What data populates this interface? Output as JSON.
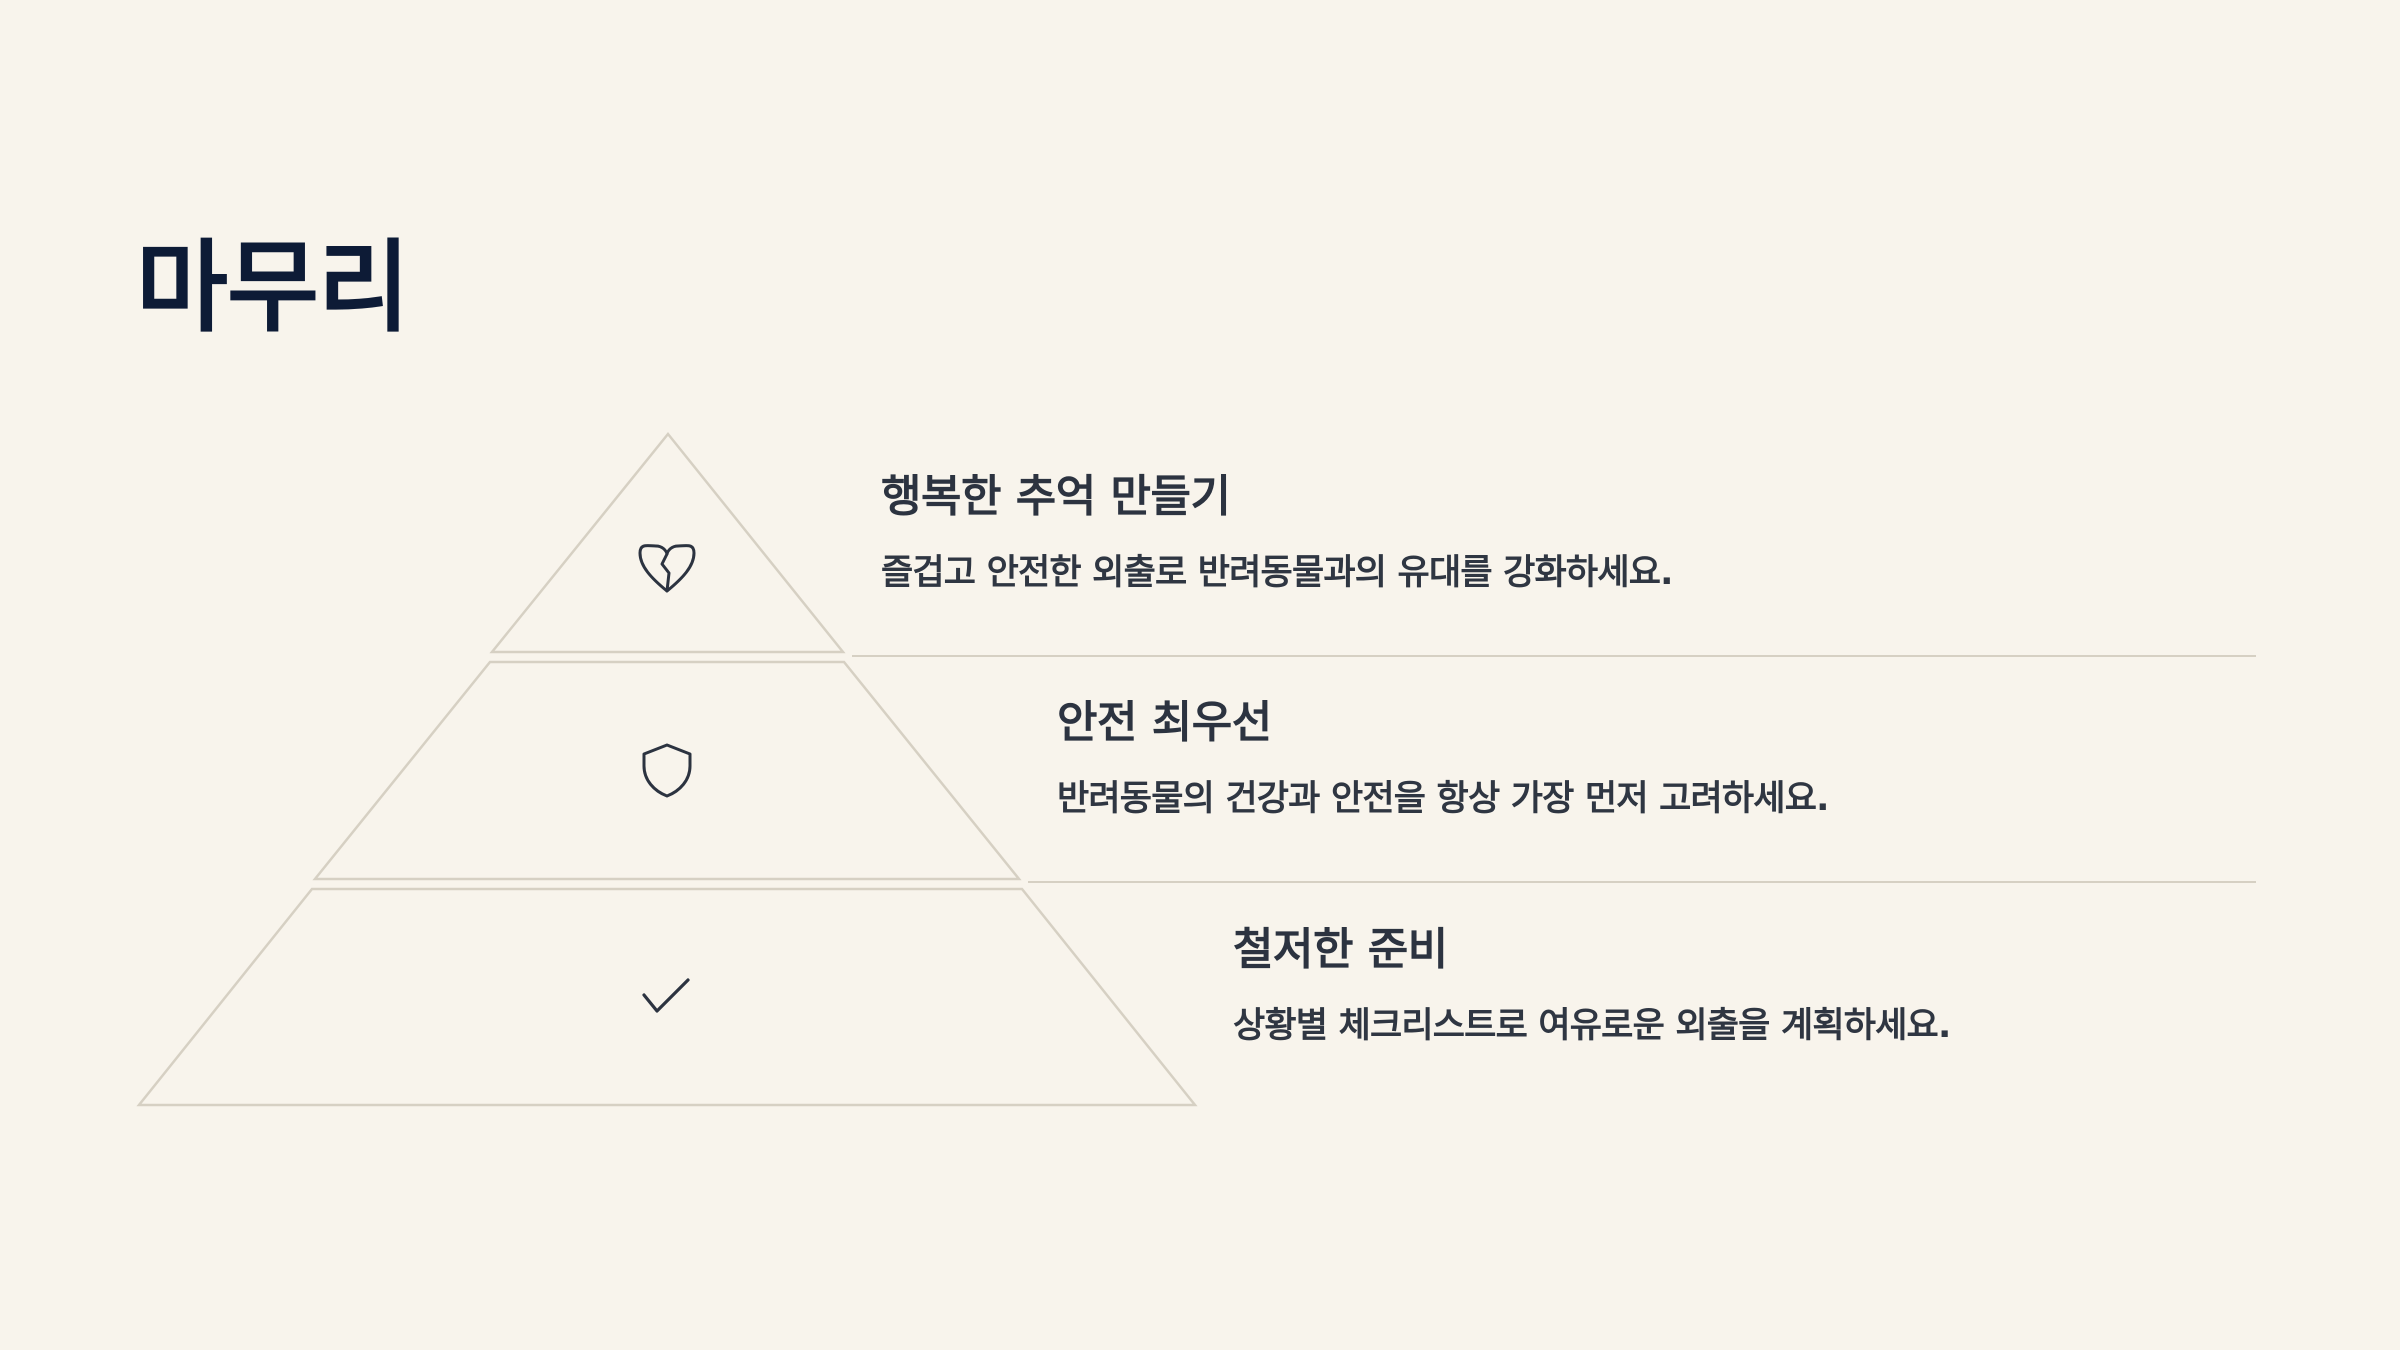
{
  "slide": {
    "title": "마무리"
  },
  "tiers": [
    {
      "icon": "heart-icon",
      "title": "행복한 추억 만들기",
      "description": "즐겁고 안전한 외출로 반려동물과의 유대를 강화하세요."
    },
    {
      "icon": "shield-icon",
      "title": "안전 최우선",
      "description": "반려동물의 건강과 안전을 항상 가장 먼저 고려하세요."
    },
    {
      "icon": "check-icon",
      "title": "철저한 준비",
      "description": "상황별 체크리스트로 여유로운 외출을 계획하세요."
    }
  ],
  "colors": {
    "background": "#f8f4ec",
    "title": "#0d1b36",
    "text": "#2c3340",
    "outline": "#d6d0c3",
    "icon": "#2c3340"
  }
}
